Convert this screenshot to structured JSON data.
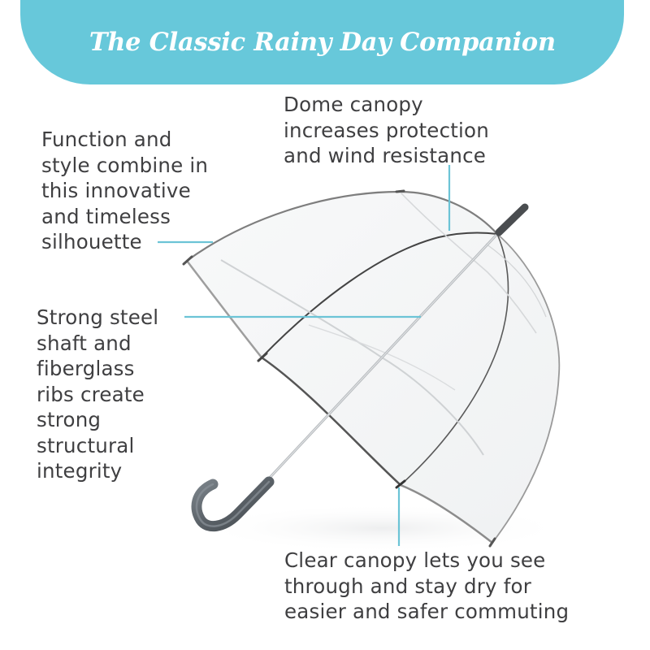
{
  "header": {
    "title": "The Classic Rainy Day Companion"
  },
  "callouts": {
    "function_style": {
      "lines": [
        "Function and",
        "style combine in",
        "this innovative",
        "and timeless",
        "silhouette"
      ]
    },
    "dome_canopy": {
      "lines": [
        "Dome canopy",
        "increases protection",
        "and wind resistance"
      ]
    },
    "steel_shaft": {
      "lines": [
        "Strong steel",
        "shaft and",
        "fiberglass",
        "ribs create",
        "strong",
        "structural",
        "integrity"
      ]
    },
    "clear_canopy": {
      "lines": [
        "Clear canopy lets you see",
        "through and stay dry for",
        "easier and safer commuting"
      ]
    }
  },
  "product": {
    "name": "clear dome umbrella",
    "handle_style": "J-hook handle"
  },
  "colors": {
    "accent": "#67C8DA",
    "text": "#3F3F41",
    "leader_line": "#6CC4D6",
    "handle": "#5B6268",
    "canopy_edge": "#8A8A8A",
    "background": "#FFFFFF"
  }
}
